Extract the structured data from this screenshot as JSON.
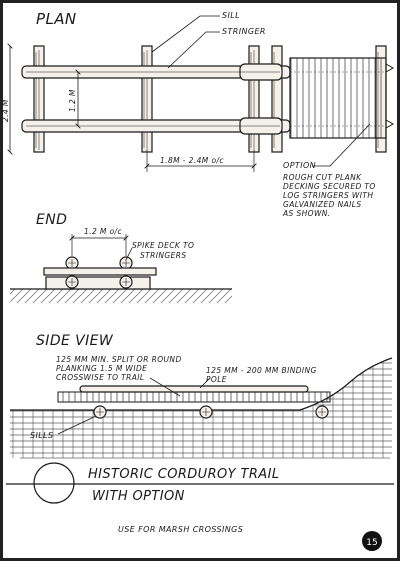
{
  "plan": {
    "heading": "PLAN",
    "sill_label": "SILL",
    "stringer_label": "STRINGER",
    "width_dim": "2.4 M",
    "spacing_dim": "1.2 M",
    "sill_spacing_dim": "1.8M - 2.4M o/c",
    "option_label": "OPTION",
    "option_note": [
      "ROUGH CUT PLANK",
      "DECKING SECURED TO",
      "LOG STRINGERS WITH",
      "GALVANIZED NAILS",
      "AS SHOWN."
    ]
  },
  "end": {
    "heading": "END",
    "spacing_dim": "1.2 M o/c",
    "spike_note": [
      "SPIKE DECK TO",
      "STRINGERS"
    ]
  },
  "side": {
    "heading": "SIDE VIEW",
    "planking_note": [
      "125 MM MIN. SPLIT OR ROUND",
      "PLANKING 1.5 M WIDE",
      "CROSSWISE TO TRAIL"
    ],
    "pole_note": [
      "125 MM - 200 MM BINDING",
      "POLE"
    ],
    "sills_label": "SILLS"
  },
  "title_block": {
    "title_line1": "HISTORIC CORDUROY TRAIL",
    "title_line2": "WITH OPTION",
    "note": "USE FOR MARSH CROSSINGS",
    "page_number": "15"
  }
}
